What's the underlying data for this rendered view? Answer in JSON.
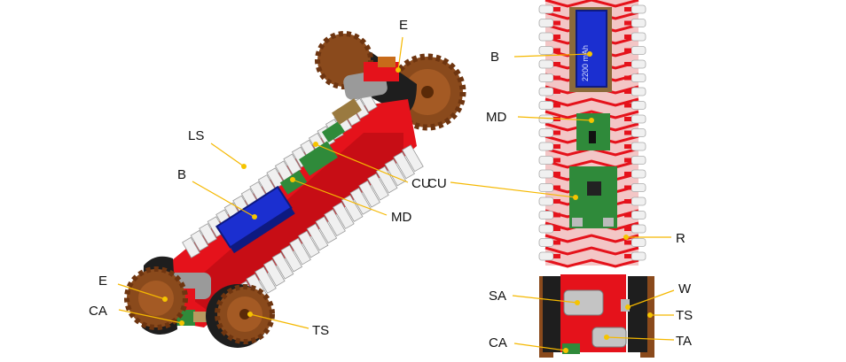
{
  "labels": {
    "left": {
      "E_top": "E",
      "LS": "LS",
      "B": "B",
      "CU": "CU",
      "MD": "MD",
      "E_bottom": "E",
      "CA": "CA",
      "TS": "TS"
    },
    "right": {
      "B": "B",
      "MD": "MD",
      "CU": "CU",
      "R": "R",
      "SA": "SA",
      "W": "W",
      "TS": "TS",
      "CA": "CA",
      "TA": "TA"
    }
  },
  "battery_print": "2200 mAh",
  "colors": {
    "frame_red": "#e5121b",
    "battery_blue": "#1b2fd0",
    "board_green": "#2f8a3a",
    "sprocket_brown": "#8a4a1c",
    "tread_white": "#f0f0f0",
    "callout_line": "#f5b800",
    "callout_dot": "#f5c400",
    "motor_gray": "#9a9a9a",
    "tire_black": "#1e1e1e"
  }
}
